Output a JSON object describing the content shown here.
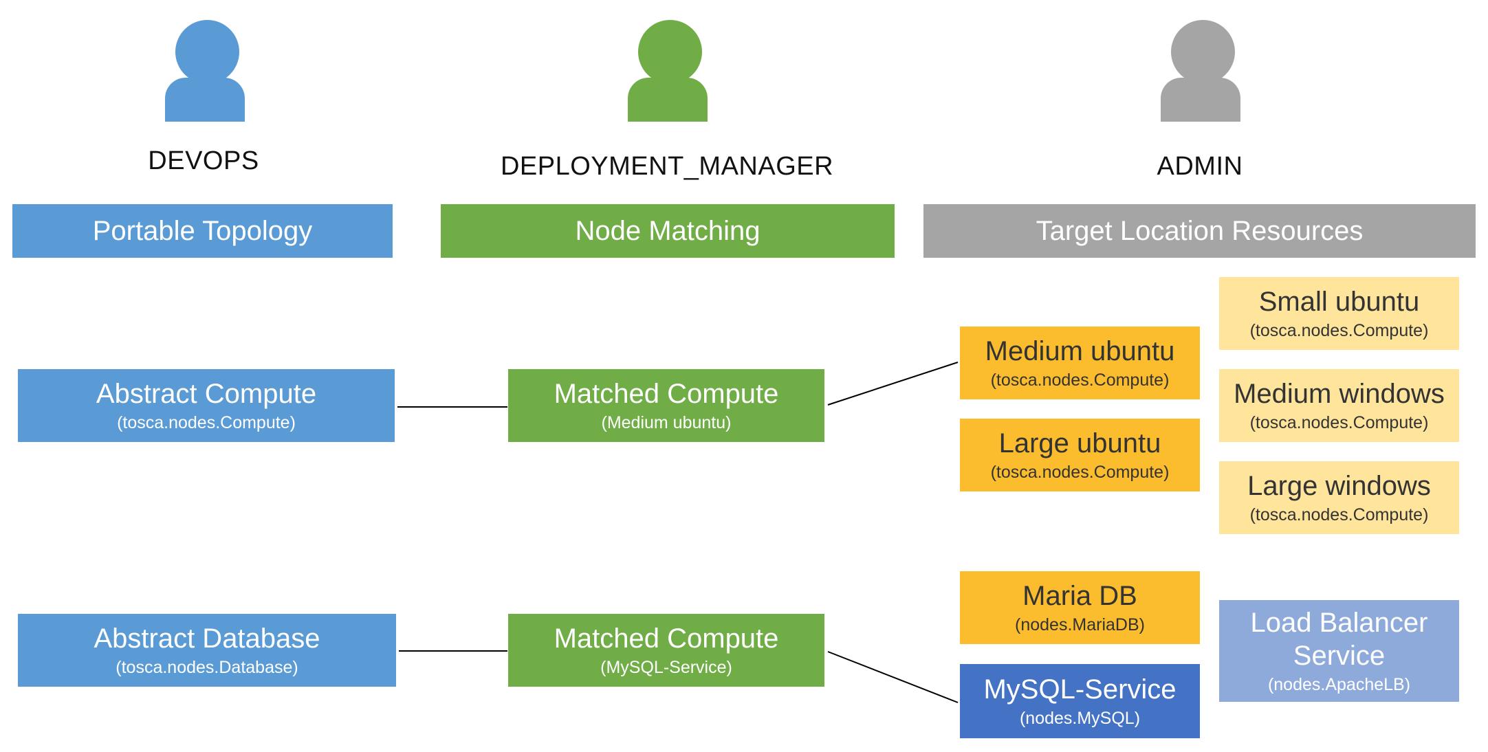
{
  "colors": {
    "devops": "#5b9bd5",
    "deployment_manager": "#70ad47",
    "admin": "#a5a5a5",
    "available_resource": "#fbbc2d",
    "other_resource": "#ffe49c",
    "selected_resource": "#4472c4",
    "service_resource": "#8eaadb"
  },
  "roles": {
    "devops": "DEVOPS",
    "deployment_manager": "DEPLOYMENT_MANAGER",
    "admin": "ADMIN"
  },
  "headers": {
    "portable_topology": "Portable Topology",
    "node_matching": "Node Matching",
    "target_location_resources": "Target Location Resources"
  },
  "topology": {
    "compute": {
      "title": "Abstract Compute",
      "type": "(tosca.nodes.Compute)"
    },
    "database": {
      "title": "Abstract Database",
      "type": "(tosca.nodes.Database)"
    }
  },
  "matching": {
    "compute": {
      "title": "Matched Compute",
      "type": "(Medium ubuntu)"
    },
    "database": {
      "title": "Matched Compute",
      "type": "(MySQL-Service)"
    }
  },
  "resources": {
    "small_ubuntu": {
      "title": "Small ubuntu",
      "type": "(tosca.nodes.Compute)"
    },
    "medium_ubuntu": {
      "title": "Medium ubuntu",
      "type": "(tosca.nodes.Compute)"
    },
    "medium_windows": {
      "title": "Medium windows",
      "type": "(tosca.nodes.Compute)"
    },
    "large_ubuntu": {
      "title": "Large ubuntu",
      "type": "(tosca.nodes.Compute)"
    },
    "large_windows": {
      "title": "Large windows",
      "type": "(tosca.nodes.Compute)"
    },
    "maria_db": {
      "title": "Maria DB",
      "type": "(nodes.MariaDB)"
    },
    "load_balancer": {
      "title": "Load Balancer Service",
      "type": "(nodes.ApacheLB)"
    },
    "mysql_service": {
      "title": "MySQL-Service",
      "type": "(nodes.MySQL)"
    }
  }
}
